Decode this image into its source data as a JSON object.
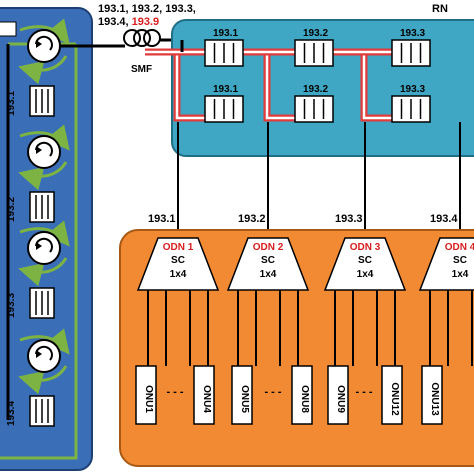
{
  "wavelength_list": {
    "line1": "193.1, 193.2, 193.3,",
    "line2_prefix": "193.4, ",
    "line2_highlight": "193.9"
  },
  "fiber_label": "SMF",
  "remote_node_label": "RN",
  "filter_labels_top": [
    "193.1",
    "193.2",
    "193.3"
  ],
  "filter_labels_bottom": [
    "193.1",
    "193.2",
    "193.3"
  ],
  "olt_channels": [
    "193.1",
    "193.2",
    "193.3",
    "193.4"
  ],
  "drop_labels": [
    "193.1",
    "193.2",
    "193.3",
    "193.4"
  ],
  "odns": [
    {
      "name": "ODN 1",
      "type": "SC",
      "ratio": "1x4"
    },
    {
      "name": "ODN 2",
      "type": "SC",
      "ratio": "1x4"
    },
    {
      "name": "ODN 3",
      "type": "SC",
      "ratio": "1x4"
    },
    {
      "name": "ODN 4",
      "type": "SC",
      "ratio": "1x4"
    }
  ],
  "onus": [
    "ONU1",
    "ONU4",
    "ONU5",
    "ONU8",
    "ONU9",
    "ONU12",
    "ONU13"
  ],
  "ellipsis": "- - -",
  "colors": {
    "olt_panel": "#3a6fb8",
    "rn_panel": "#3fa7c4",
    "odn_panel": "#f28a33",
    "highlight_text": "#d81e1e",
    "arrow_green": "#7cb342",
    "filter_pipe_red": "#e23b3b"
  }
}
